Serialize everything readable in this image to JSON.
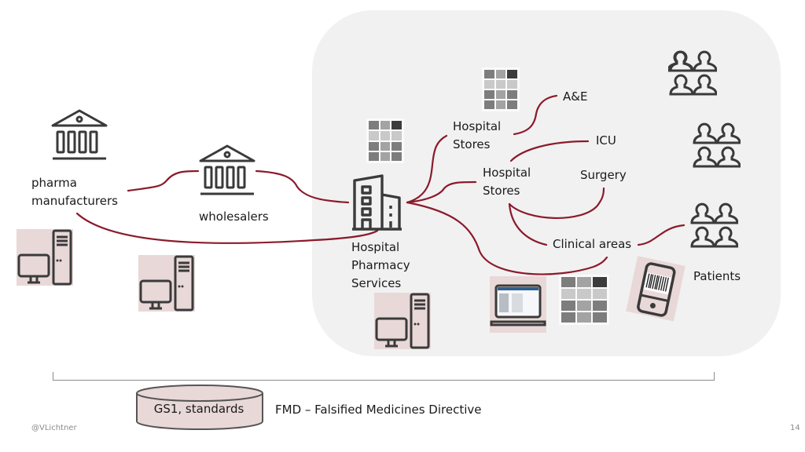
{
  "diagram": {
    "nodes": {
      "manufacturers": {
        "line1": "pharma",
        "line2": "manufacturers"
      },
      "wholesalers": {
        "label": "wholesalers"
      },
      "hospital_pharmacy": {
        "line1": "Hospital",
        "line2": "Pharmacy",
        "line3": "Services"
      },
      "hospital_stores_1": {
        "line1": "Hospital",
        "line2": "Stores"
      },
      "hospital_stores_2": {
        "line1": "Hospital",
        "line2": "Stores"
      },
      "ae": {
        "label": "A&E"
      },
      "icu": {
        "label": "ICU"
      },
      "surgery": {
        "label": "Surgery"
      },
      "clinical_areas": {
        "label": "Clinical areas"
      },
      "patients": {
        "label": "Patients"
      }
    },
    "icons": {
      "manufacturer": "institution-building-icon",
      "wholesaler": "institution-building-icon",
      "hospital": "hospital-building-icon",
      "computer": "desktop-computer-icon",
      "cabinet": "medicine-cabinet-icon",
      "laptop": "laptop-icon",
      "phone": "smartphone-barcode-icon",
      "patients": "people-group-icon"
    },
    "standards": {
      "cylinder_label": "GS1, standards",
      "directive": "FMD – Falsified Medicines Directive"
    },
    "footer": {
      "author": "@VLichtner",
      "page_number": "14"
    },
    "colors": {
      "link": "#8b1a2b",
      "panel": "#f1f1f1",
      "icon": "#3a3a3a",
      "icon_bg": "#e9d8d8"
    }
  }
}
